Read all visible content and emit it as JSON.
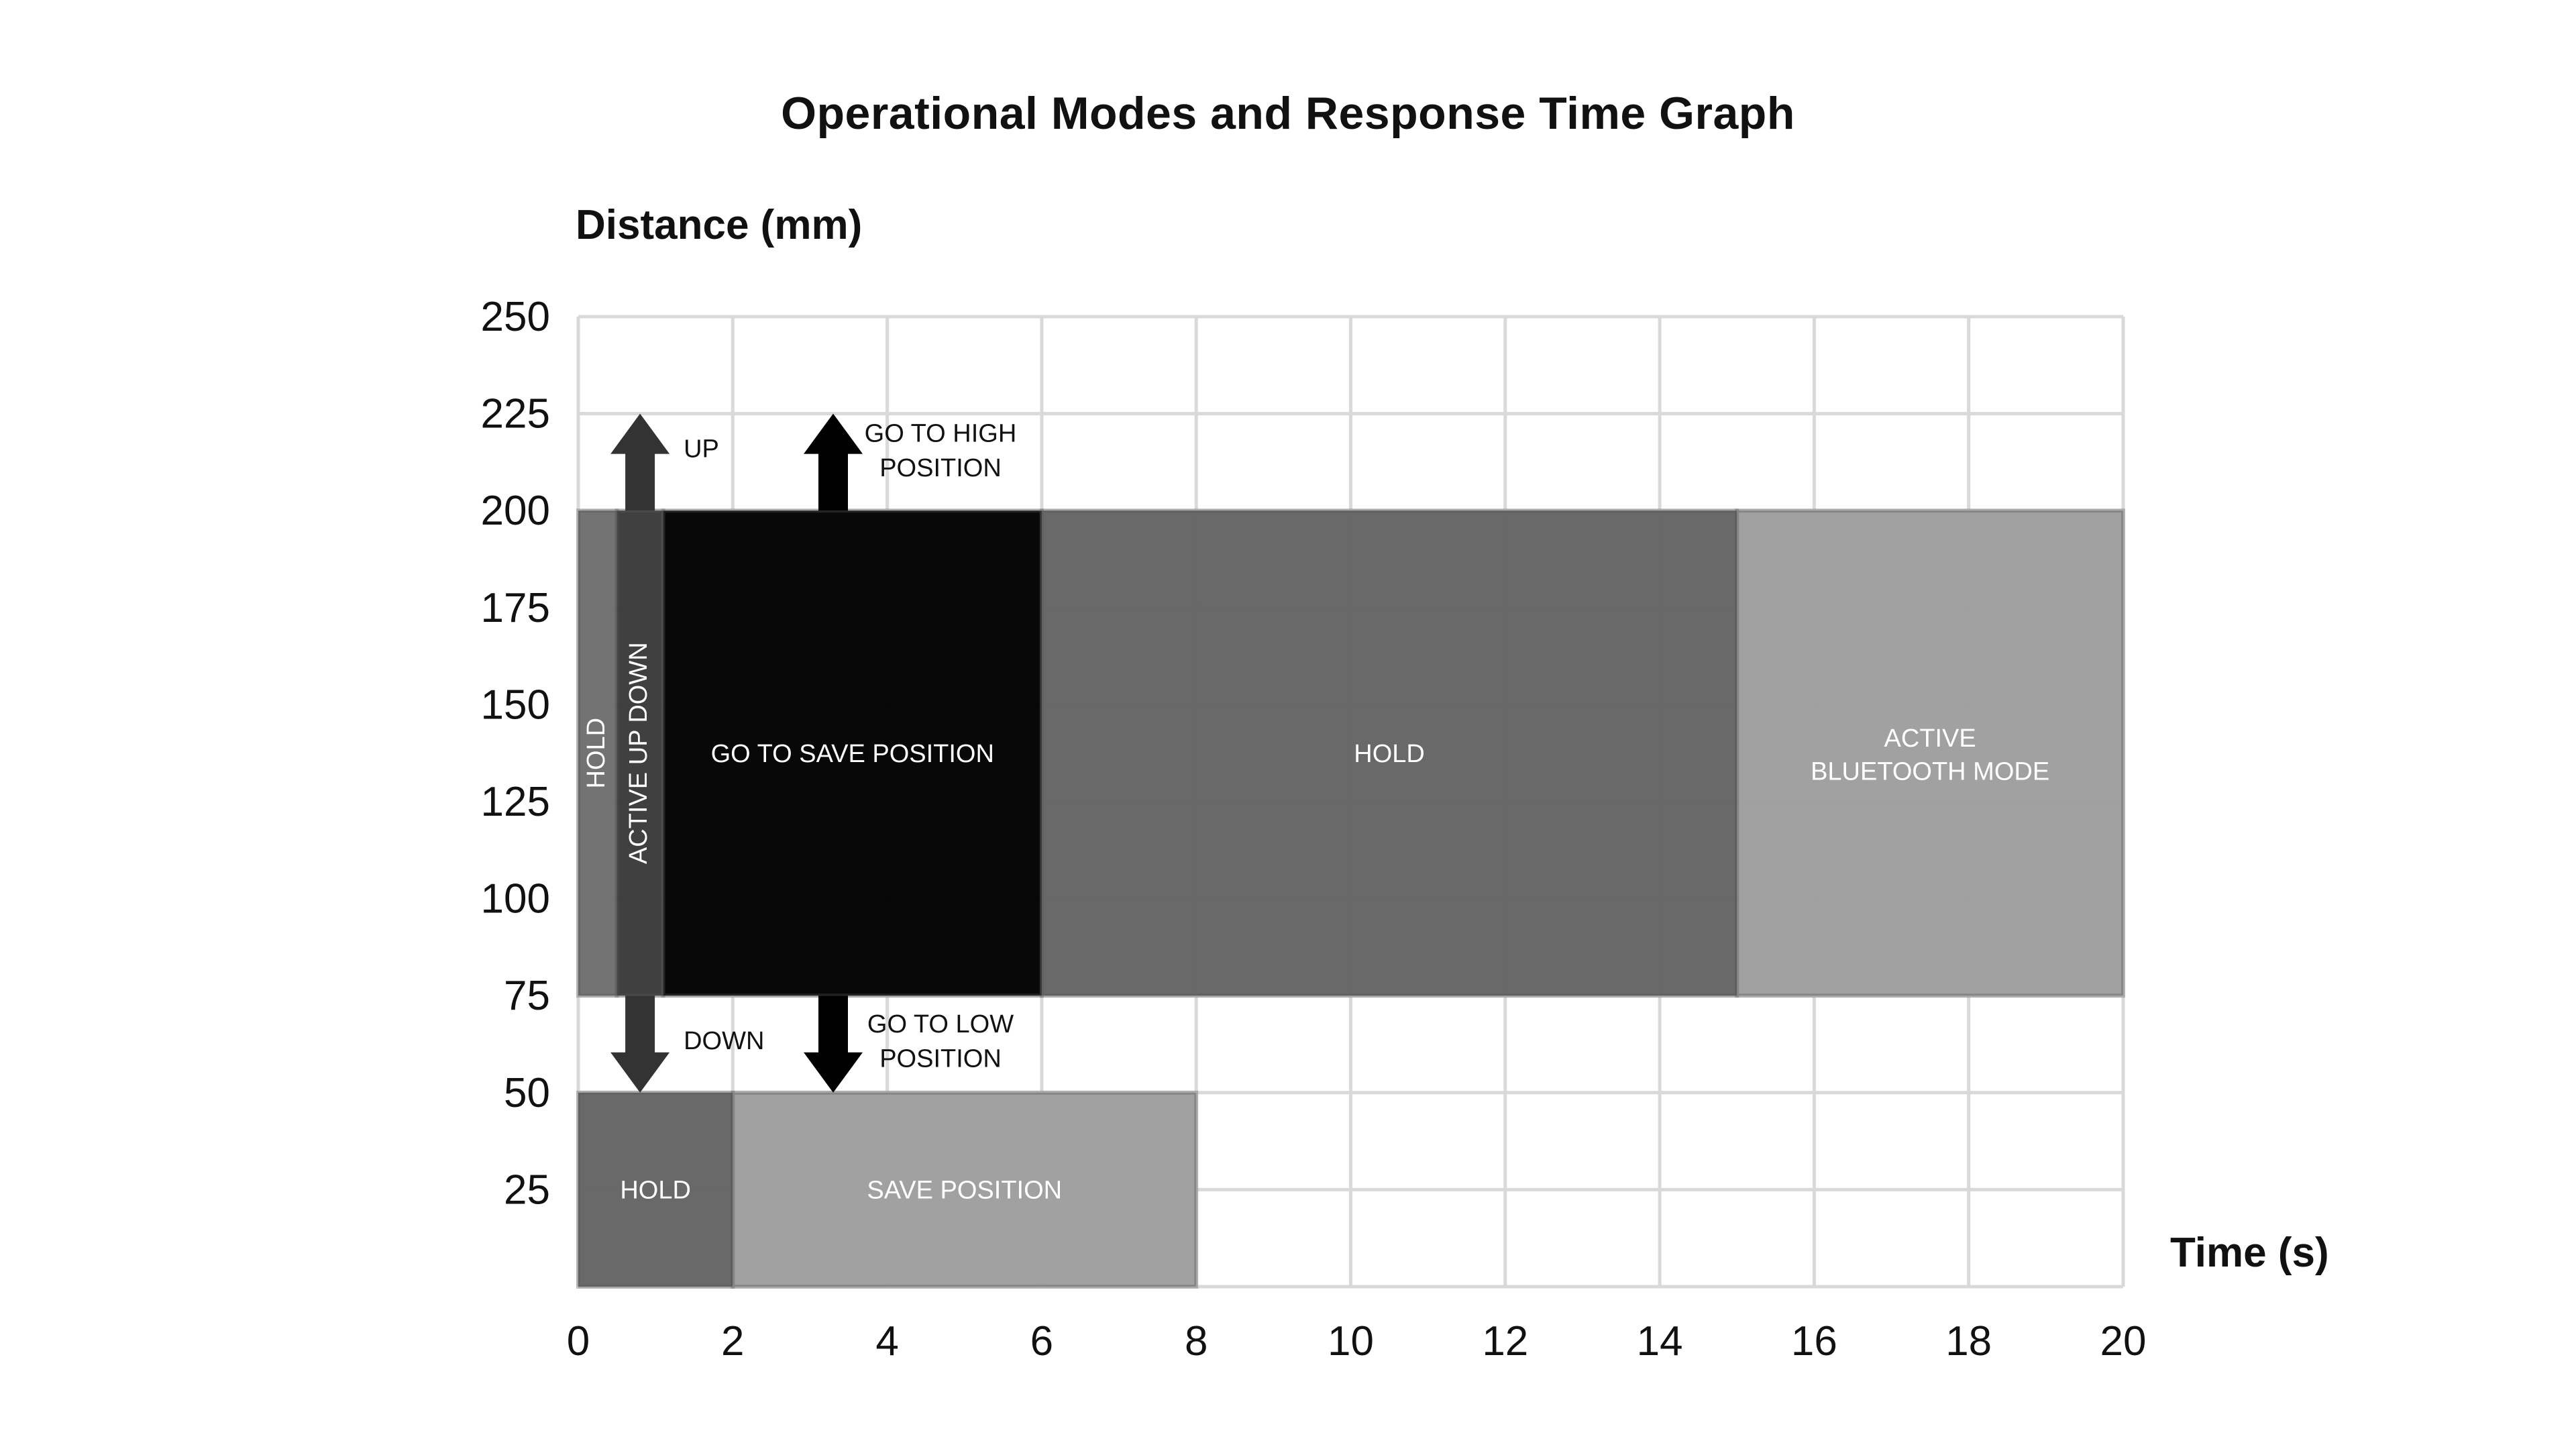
{
  "chart_data": {
    "type": "bar",
    "title": "Operational Modes and Response Time Graph",
    "xlabel": "Time (s)",
    "ylabel": "Distance (mm)",
    "xlim": [
      0,
      20
    ],
    "ylim": [
      0,
      250
    ],
    "x_ticks": [
      0,
      2,
      4,
      6,
      8,
      10,
      12,
      14,
      16,
      18,
      20
    ],
    "y_ticks": [
      25,
      50,
      75,
      100,
      125,
      150,
      175,
      200,
      225,
      250
    ],
    "grid": true,
    "legend": "none",
    "regions": [
      {
        "label": "HOLD",
        "x0": 0,
        "x1": 0.5,
        "y0": 75,
        "y1": 200,
        "color": "#6e6e6e",
        "orientation": "vertical"
      },
      {
        "label": "ACTIVE UP DOWN",
        "x0": 0.5,
        "x1": 1.1,
        "y0": 75,
        "y1": 200,
        "color": "#3a3a3a",
        "orientation": "vertical"
      },
      {
        "label": "GO TO SAVE POSITION",
        "x0": 1.1,
        "x1": 6,
        "y0": 75,
        "y1": 200,
        "color": "#000000",
        "orientation": "horizontal"
      },
      {
        "label": "HOLD",
        "x0": 6,
        "x1": 15,
        "y0": 75,
        "y1": 200,
        "color": "#646464",
        "orientation": "horizontal"
      },
      {
        "label": "ACTIVE\nBLUETOOTH MODE",
        "x0": 15,
        "x1": 20,
        "y0": 75,
        "y1": 200,
        "color": "#9e9e9e",
        "orientation": "horizontal"
      },
      {
        "label": "HOLD",
        "x0": 0,
        "x1": 2,
        "y0": 0,
        "y1": 50,
        "color": "#646464",
        "orientation": "horizontal"
      },
      {
        "label": "SAVE POSITION",
        "x0": 2,
        "x1": 8,
        "y0": 0,
        "y1": 50,
        "color": "#9e9e9e",
        "orientation": "horizontal"
      }
    ],
    "arrows": [
      {
        "label": "UP",
        "x": 0.8,
        "direction": "up",
        "from": 200,
        "to": 225
      },
      {
        "label": "DOWN",
        "x": 0.8,
        "direction": "down",
        "from": 75,
        "to": 50
      },
      {
        "label": "GO TO HIGH\nPOSITION",
        "x": 3.3,
        "direction": "up",
        "from": 200,
        "to": 225
      },
      {
        "label": "GO TO LOW\nPOSITION",
        "x": 3.3,
        "direction": "down",
        "from": 75,
        "to": 50
      }
    ]
  }
}
